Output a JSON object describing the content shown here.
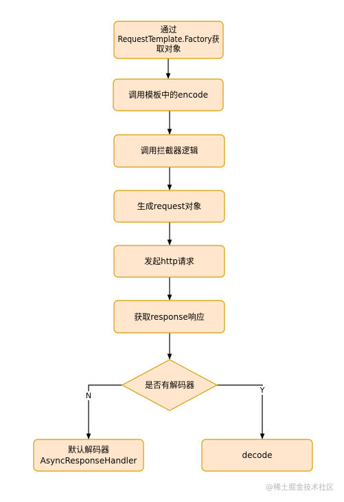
{
  "nodes": {
    "factory": {
      "lines": [
        "通过",
        "RequestTemplate.Factory获",
        "取对象"
      ]
    },
    "encode": {
      "lines": [
        "调用模板中的encode"
      ]
    },
    "interceptor": {
      "lines": [
        "调用拦截器逻辑"
      ]
    },
    "request": {
      "lines": [
        "生成request对象"
      ]
    },
    "http": {
      "lines": [
        "发起http请求"
      ]
    },
    "response": {
      "lines": [
        "获取response响应"
      ]
    },
    "decision": {
      "lines": [
        "是否有解码器"
      ]
    },
    "default_decoder": {
      "lines": [
        "默认解码器",
        "AsyncResponseHandler"
      ]
    },
    "decode": {
      "lines": [
        "decode"
      ]
    }
  },
  "edge_labels": {
    "no": "N",
    "yes": "Y"
  },
  "watermark": "@稀土掘金技术社区",
  "colors": {
    "box_fill": "#ffe6cc",
    "box_stroke": "#d79b00",
    "edge": "#000000"
  }
}
